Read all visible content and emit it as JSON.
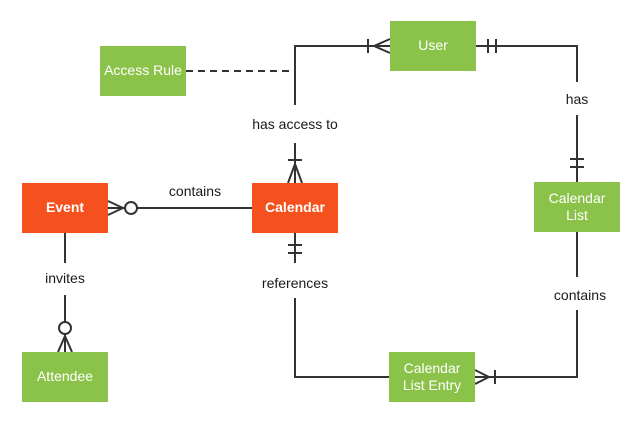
{
  "diagram_type": "entity-relationship",
  "colors": {
    "entity_green": "#8bc34a",
    "entity_orange": "#f4511e",
    "line": "#333333",
    "label_text": "#1a1a1a",
    "entity_text": "#ffffff"
  },
  "entities": {
    "access_rule": {
      "label": "Access Rule",
      "color": "green"
    },
    "user": {
      "label": "User",
      "color": "green"
    },
    "event": {
      "label": "Event",
      "color": "orange"
    },
    "calendar": {
      "label": "Calendar",
      "color": "orange"
    },
    "calendar_list": {
      "label": "Calendar List",
      "color": "green"
    },
    "attendee": {
      "label": "Attendee",
      "color": "green"
    },
    "calendar_list_entry": {
      "label": "Calendar List Entry",
      "color": "green"
    }
  },
  "relationships": {
    "calendar_contains_event": {
      "label": "contains",
      "calendar_end": "plain",
      "event_end": "zero-or-many"
    },
    "event_invites_attendee": {
      "label": "invites",
      "event_end": "plain",
      "attendee_end": "zero-or-many"
    },
    "user_has_access_to_calendar": {
      "label": "has access to",
      "user_end": "one-or-many",
      "calendar_end": "one-or-many"
    },
    "access_rule_attachment": {
      "label": "",
      "style": "dashed",
      "attached_to": "user_has_access_to_calendar"
    },
    "user_has_calendar_list": {
      "label": "has",
      "user_end": "exactly-one",
      "calendar_list_end": "exactly-one"
    },
    "calendar_list_contains_entry": {
      "label": "contains",
      "calendar_list_end": "plain",
      "entry_end": "one-or-many"
    },
    "calendar_references_entry": {
      "label": "references",
      "calendar_end": "exactly-one",
      "entry_end": "plain"
    }
  }
}
